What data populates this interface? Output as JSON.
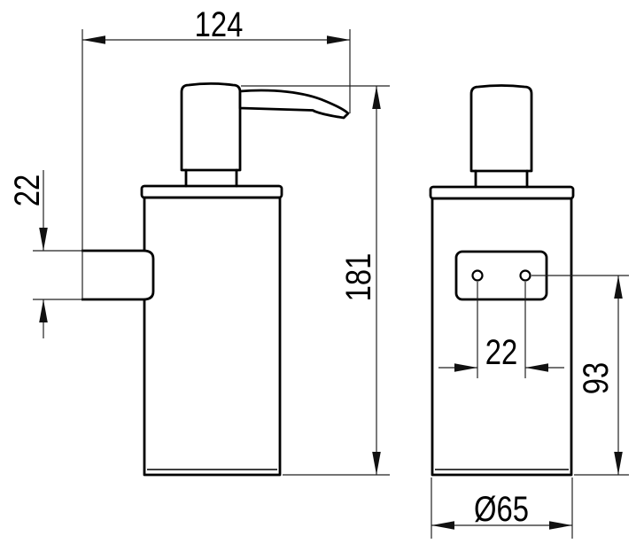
{
  "colors": {
    "background": "#ffffff",
    "object_line": "#000000",
    "dimension_line": "#222222",
    "text": "#000000"
  },
  "dimensions": {
    "width": "124",
    "bracket_height": "22",
    "height": "181",
    "hole_spacing": "22",
    "hole_to_base": "93",
    "diameter": "Ø65"
  }
}
